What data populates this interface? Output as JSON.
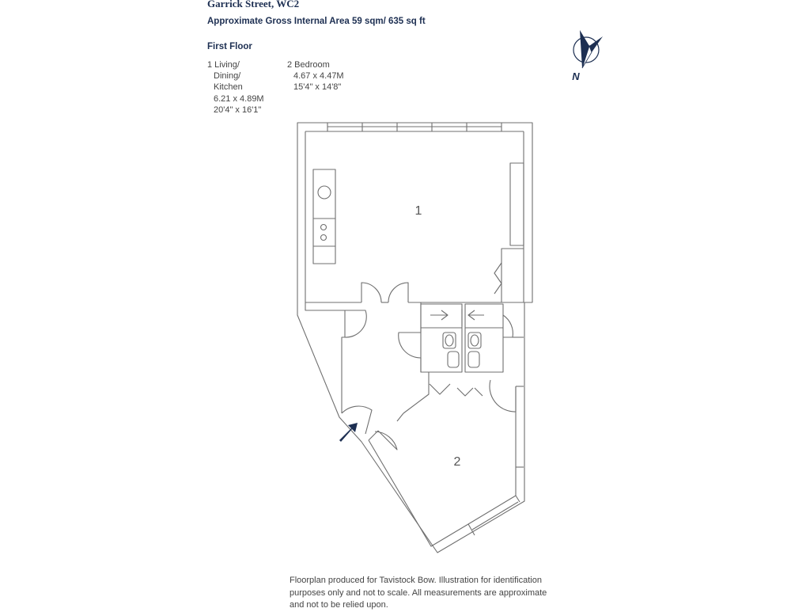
{
  "header": {
    "title": "Garrick Street, WC2",
    "area": "Approximate Gross Internal Area 59 sqm/ 635 sq ft",
    "floor": "First Floor"
  },
  "rooms": [
    {
      "lines": [
        "1 Living/",
        "Dining/",
        "Kitchen",
        "6.21 x 4.89M",
        "20'4\" x 16'1\""
      ]
    },
    {
      "lines": [
        "2 Bedroom",
        "4.67 x 4.47M",
        "15'4\" x 14'8\""
      ]
    }
  ],
  "plan_labels": {
    "room1": "1",
    "room2": "2"
  },
  "compass": {
    "label": "N"
  },
  "footer": {
    "lines": [
      "Floorplan produced for Tavistock Bow. Illustration for identification",
      "purposes only and not to scale. All measurements are approximate",
      "and not to be relied upon."
    ]
  },
  "colors": {
    "navy": "#1d2f52",
    "line": "#6f6f6f",
    "text": "#444444"
  }
}
